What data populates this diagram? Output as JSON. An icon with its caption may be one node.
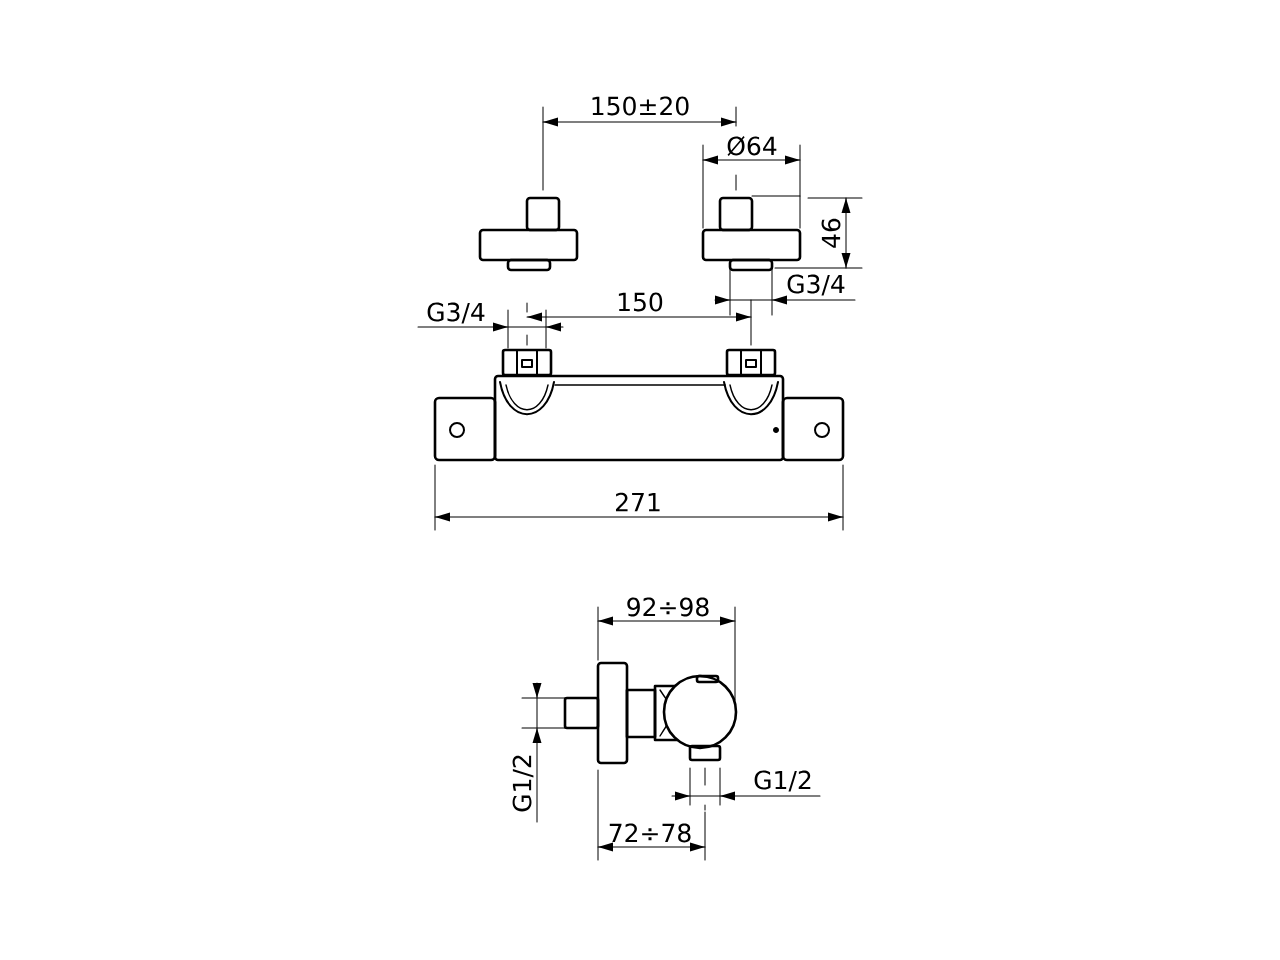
{
  "diagram": {
    "labels": [
      "150±20",
      "Ø64",
      "46",
      "G3/4",
      "G3/4",
      "150",
      "271",
      "92÷98",
      "G1/2",
      "G1/2",
      "72÷78"
    ]
  }
}
